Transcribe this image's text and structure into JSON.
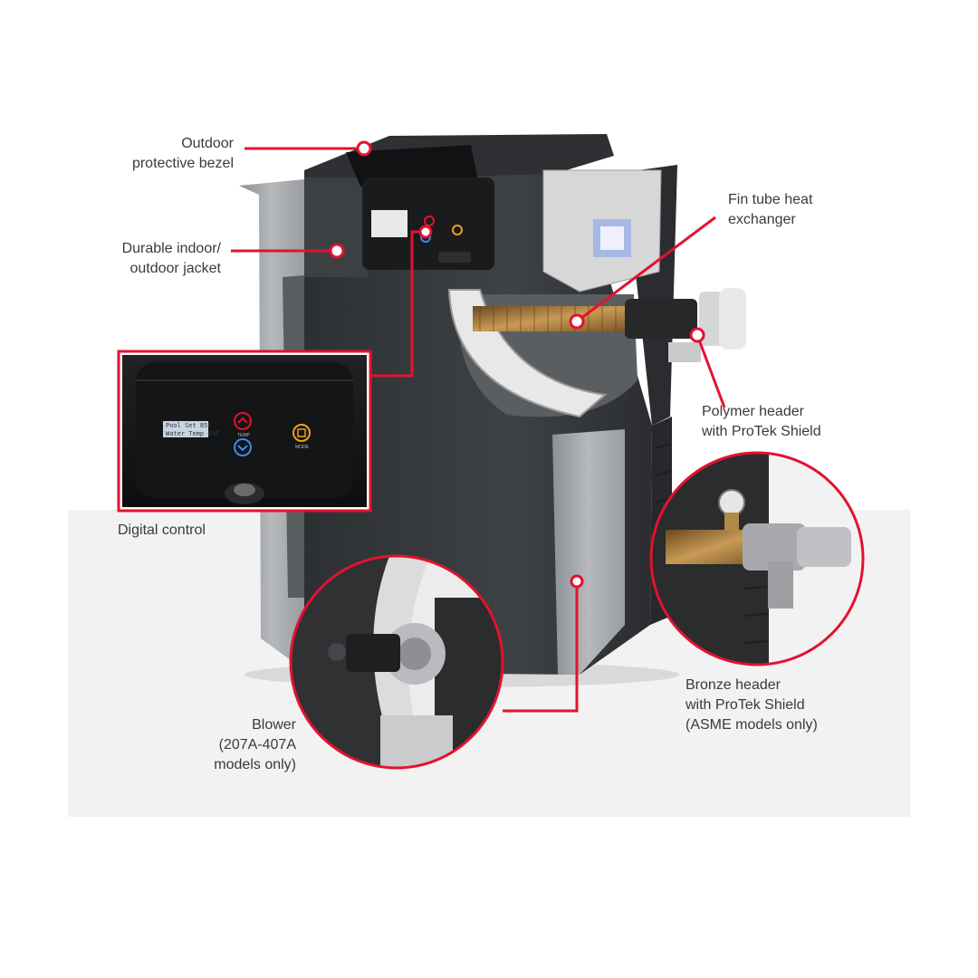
{
  "colors": {
    "accent": "#e3122f",
    "cabinet": "#3b3e41",
    "cabinet_dark": "#2a2c2e",
    "trim": "#a9acaf",
    "floor": "#f2f2f2",
    "label": "#3a3a3a"
  },
  "labels": {
    "bezel": "Outdoor\nprotective bezel",
    "jacket": "Durable indoor/\noutdoor jacket",
    "fin_tube": "Fin tube heat\nexchanger",
    "polymer_header": "Polymer header\nwith ProTek Shield",
    "digital_control": "Digital control",
    "bronze_header": "Bronze header\nwith ProTek Shield\n(ASME models only)",
    "blower": "Blower\n(207A-407A\nmodels only)"
  },
  "control_panel": {
    "lcd_line1": "Pool Set  85F",
    "lcd_line2": "Water Temp 69F",
    "temp_label": "TEMP",
    "mode_label": "MODE"
  },
  "icons": {
    "up": "chevron-up-icon",
    "down": "chevron-down-icon",
    "mode": "mode-icon",
    "callout_dot": "callout-dot-icon"
  }
}
